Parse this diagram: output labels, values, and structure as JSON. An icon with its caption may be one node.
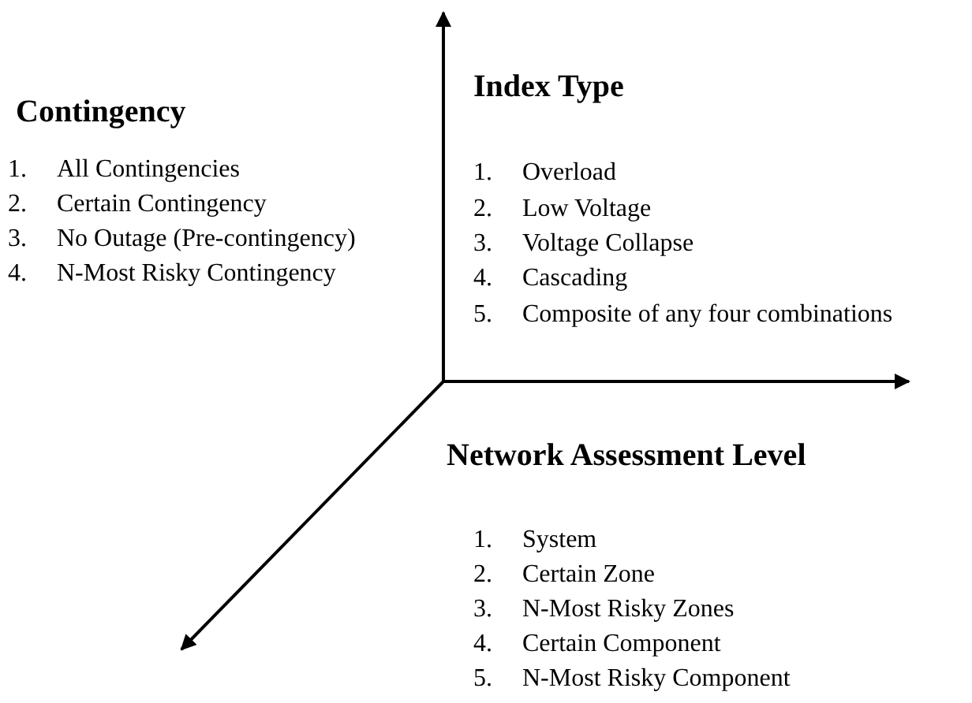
{
  "diagram": {
    "labels": [
      "Contingency",
      "1. All Contingencies",
      "2. Certain Contingency",
      "3. No Outage (Pre-contingency)",
      "4. N-Most Risky Contingency",
      "Index Type",
      "1. Overload",
      "2. Low Voltage",
      "3. Voltage Collapse",
      "4. Cascading",
      "5. Composite of any four combinations",
      "Network Assessment Level",
      "1. System",
      "2. Certain Zone",
      "3. N-Most Risky Zones",
      "4. Certain Component",
      "5. N-Most Risky Component"
    ]
  }
}
